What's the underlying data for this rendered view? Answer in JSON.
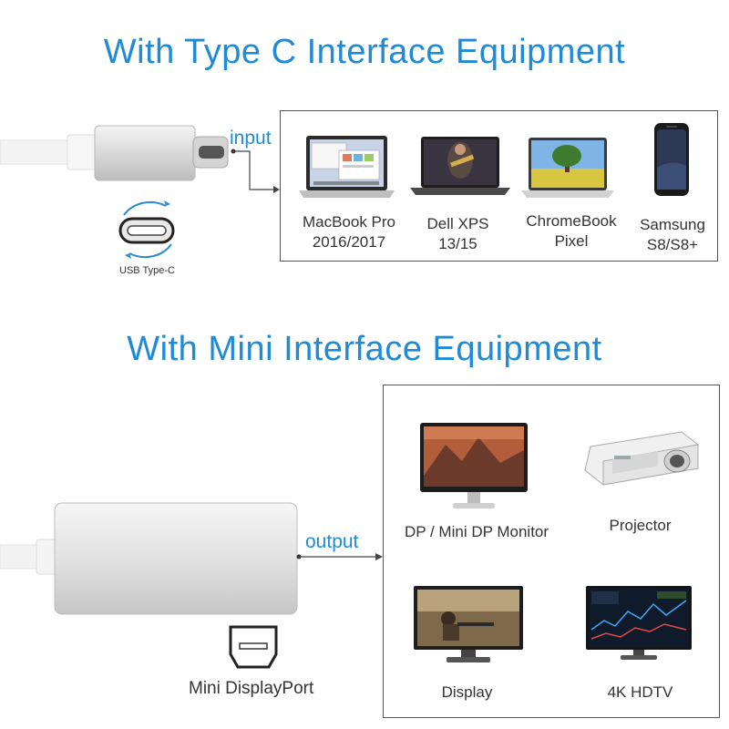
{
  "theme": {
    "accent": "#1f8bd6",
    "border": "#555555",
    "cable": "#e9e9e9"
  },
  "sections": [
    {
      "title": "With Type C Interface Equipment",
      "io_label": "input",
      "port_label": "USB Type-C",
      "devices": [
        {
          "icon": "laptop-icon",
          "lines": [
            "MacBook Pro",
            "2016/2017"
          ]
        },
        {
          "icon": "laptop-icon",
          "lines": [
            "Dell XPS",
            "13/15"
          ]
        },
        {
          "icon": "laptop-icon",
          "lines": [
            "ChromeBook",
            "Pixel"
          ]
        },
        {
          "icon": "smartphone-icon",
          "lines": [
            "Samsung",
            "S8/S8+"
          ]
        }
      ]
    },
    {
      "title": "With Mini Interface Equipment",
      "io_label": "output",
      "port_label": "Mini DisplayPort",
      "devices": [
        {
          "icon": "monitor-icon",
          "lines": [
            "DP / Mini DP Monitor"
          ]
        },
        {
          "icon": "projector-icon",
          "lines": [
            "Projector"
          ]
        },
        {
          "icon": "display-icon",
          "lines": [
            "Display"
          ]
        },
        {
          "icon": "tv-icon",
          "lines": [
            "4K HDTV"
          ]
        }
      ]
    }
  ]
}
